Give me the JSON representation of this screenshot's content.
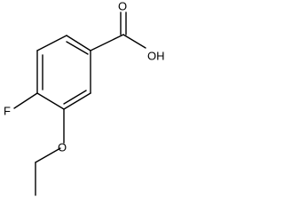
{
  "molecule": {
    "atoms": {
      "carbonyl_oxygen": "O",
      "hydroxyl": "OH",
      "fluorine": "F",
      "ether_oxygen": "O"
    },
    "colors": {
      "line": "#000000",
      "text": "#000000",
      "background": "#ffffff"
    }
  }
}
